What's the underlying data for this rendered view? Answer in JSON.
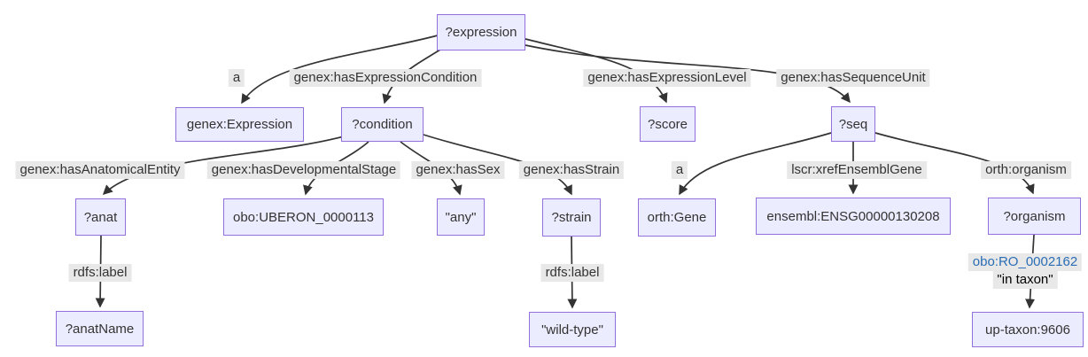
{
  "diagram": {
    "type": "rdf-graph-flowchart",
    "colors": {
      "node_fill": "#ECECFF",
      "node_border": "#9370DB",
      "label_bg": "#e8e8e8",
      "edge": "#333333",
      "text": "#333333",
      "link": "#2A6DB5"
    },
    "nodes": {
      "expression": "?expression",
      "genexExpression": "genex:Expression",
      "condition": "?condition",
      "score": "?score",
      "seq": "?seq",
      "anat": "?anat",
      "uberon": "obo:UBERON_0000113",
      "anyLiteral": "\"any\"",
      "strain": "?strain",
      "orthGene": "orth:Gene",
      "ensemblGene": "ensembl:ENSG00000130208",
      "organism": "?organism",
      "anatName": "?anatName",
      "wildType": "\"wild-type\"",
      "upTaxon": "up-taxon:9606"
    },
    "edge_labels": {
      "a1": "a",
      "hasExpressionCondition": "genex:hasExpressionCondition",
      "hasExpressionLevel": "genex:hasExpressionLevel",
      "hasSequenceUnit": "genex:hasSequenceUnit",
      "hasAnatomicalEntity": "genex:hasAnatomicalEntity",
      "hasDevelopmentalStage": "genex:hasDevelopmentalStage",
      "hasSex": "genex:hasSex",
      "hasStrain": "genex:hasStrain",
      "a2": "a",
      "xrefEnsemblGene": "lscr:xrefEnsemblGene",
      "orthOrganism": "orth:organism",
      "rdfsLabel1": "rdfs:label",
      "rdfsLabel2": "rdfs:label",
      "roTaxonLink": "obo:RO_0002162",
      "roTaxonLiteral": "\"in taxon\""
    },
    "edges": [
      {
        "from": "?expression",
        "predicate": "a",
        "to": "genex:Expression"
      },
      {
        "from": "?expression",
        "predicate": "genex:hasExpressionCondition",
        "to": "?condition"
      },
      {
        "from": "?expression",
        "predicate": "genex:hasExpressionLevel",
        "to": "?score"
      },
      {
        "from": "?expression",
        "predicate": "genex:hasSequenceUnit",
        "to": "?seq"
      },
      {
        "from": "?condition",
        "predicate": "genex:hasAnatomicalEntity",
        "to": "?anat"
      },
      {
        "from": "?condition",
        "predicate": "genex:hasDevelopmentalStage",
        "to": "obo:UBERON_0000113"
      },
      {
        "from": "?condition",
        "predicate": "genex:hasSex",
        "to": "\"any\""
      },
      {
        "from": "?condition",
        "predicate": "genex:hasStrain",
        "to": "?strain"
      },
      {
        "from": "?anat",
        "predicate": "rdfs:label",
        "to": "?anatName"
      },
      {
        "from": "?strain",
        "predicate": "rdfs:label",
        "to": "\"wild-type\""
      },
      {
        "from": "?seq",
        "predicate": "a",
        "to": "orth:Gene"
      },
      {
        "from": "?seq",
        "predicate": "lscr:xrefEnsemblGene",
        "to": "ensembl:ENSG00000130208"
      },
      {
        "from": "?seq",
        "predicate": "orth:organism",
        "to": "?organism"
      },
      {
        "from": "?organism",
        "predicate": "obo:RO_0002162 \"in taxon\"",
        "to": "up-taxon:9606"
      }
    ]
  }
}
